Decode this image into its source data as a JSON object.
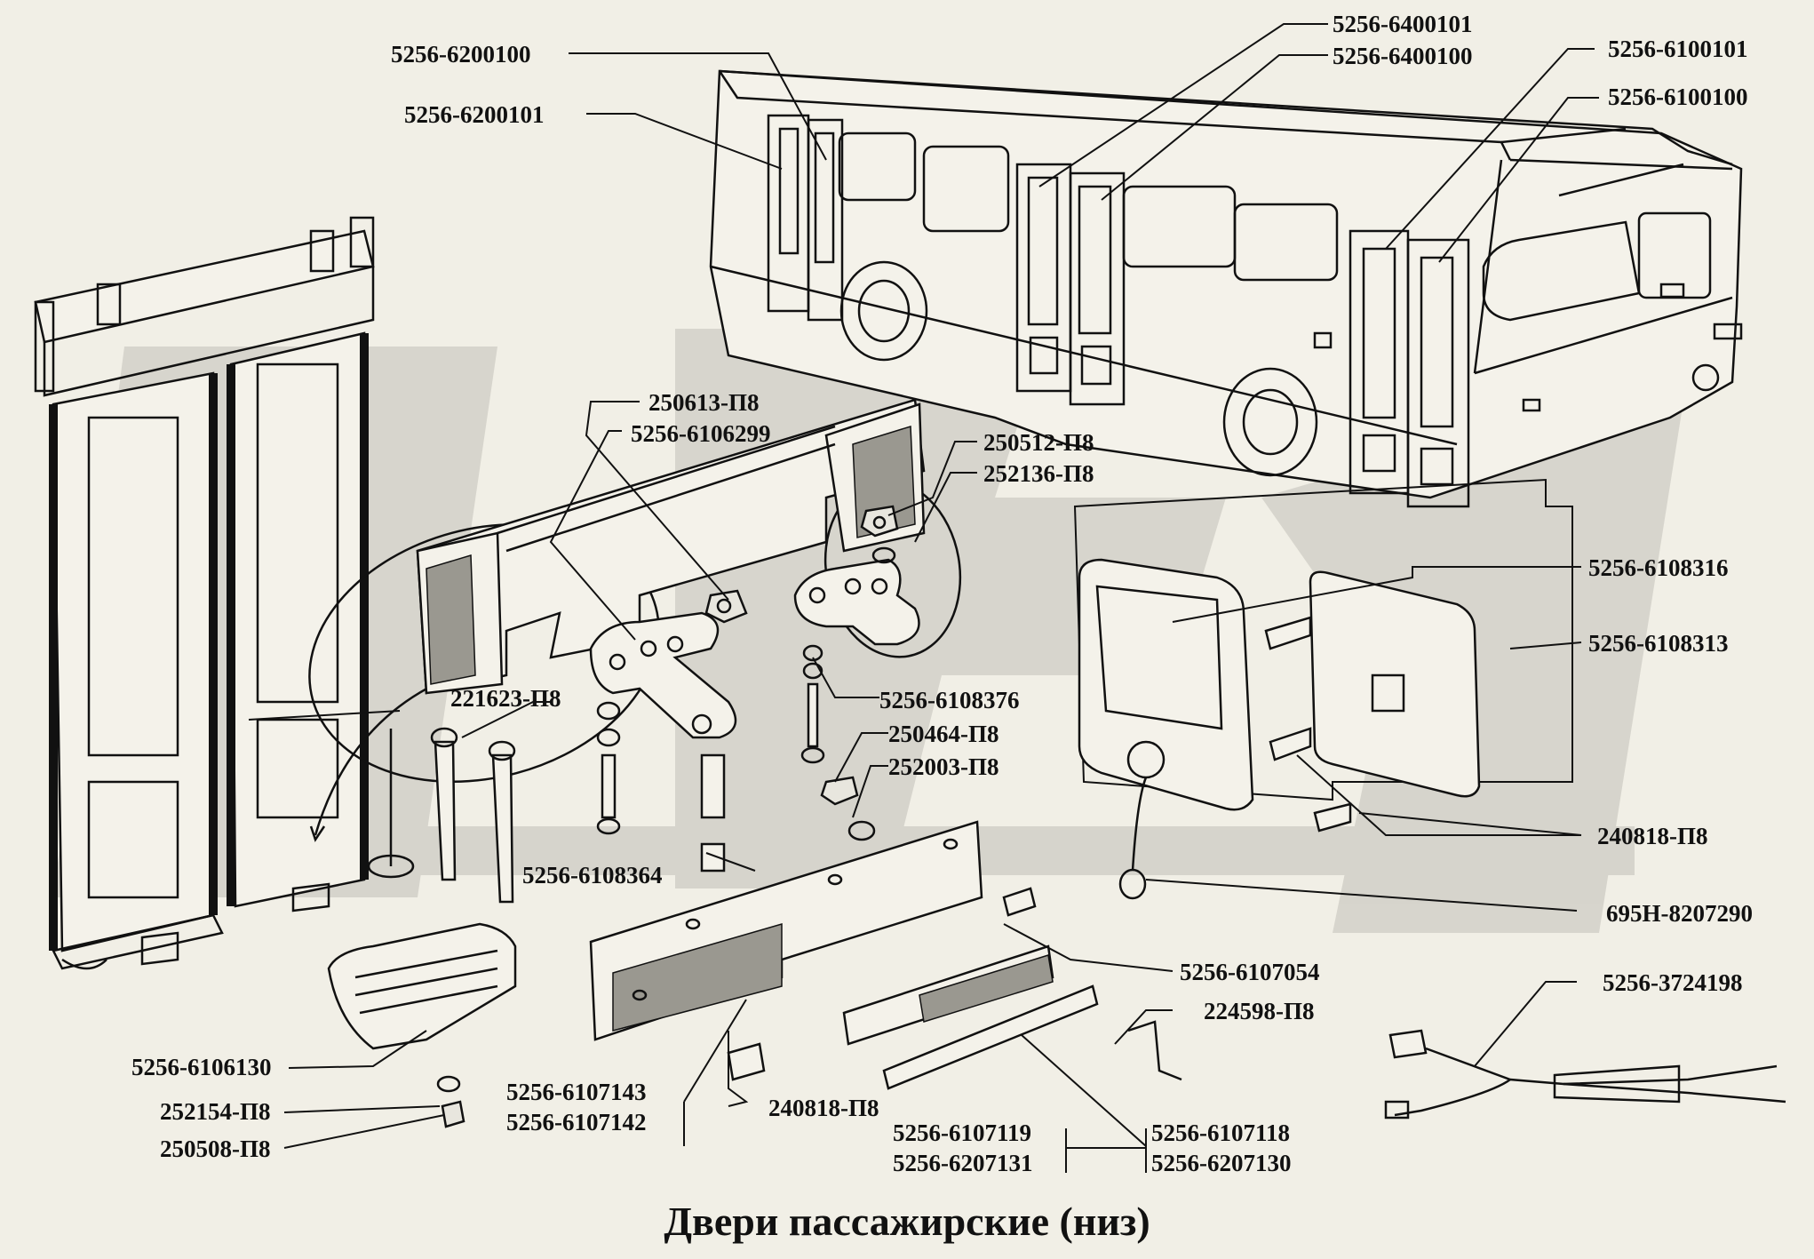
{
  "title": "Двери пассажирские (низ)",
  "parts": {
    "p_6200100": "5256-6200100",
    "p_6200101": "5256-6200101",
    "p_6400101": "5256-6400101",
    "p_6400100": "5256-6400100",
    "p_6100101": "5256-6100101",
    "p_6100100": "5256-6100100",
    "p_250613": "250613-П8",
    "p_6106299": "5256-6106299",
    "p_250512": "250512-П8",
    "p_252136": "252136-П8",
    "p_6108316": "5256-6108316",
    "p_6108313": "5256-6108313",
    "p_221623": "221623-П8",
    "p_6108376": "5256-6108376",
    "p_250464": "250464-П8",
    "p_252003": "252003-П8",
    "p_240818_right": "240818-П8",
    "p_6108364": "5256-6108364",
    "p_695h": "695Н-8207290",
    "p_6107054": "5256-6107054",
    "p_3724198": "5256-3724198",
    "p_224598": "224598-П8",
    "p_6106130": "5256-6106130",
    "p_6107143": "5256-6107143",
    "p_6107142": "5256-6107142",
    "p_240818_bottom": "240818-П8",
    "p_252154": "252154-П8",
    "p_6107119": "5256-6107119",
    "p_6207131": "5256-6207131",
    "p_6107118": "5256-6107118",
    "p_6207130": "5256-6207130",
    "p_250508": "250508-П8"
  }
}
